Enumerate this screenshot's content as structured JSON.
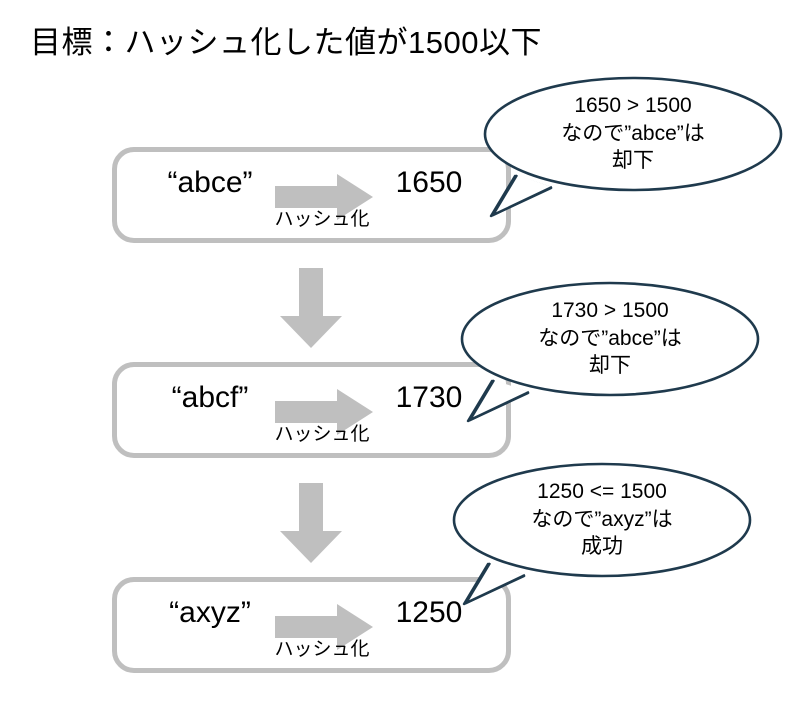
{
  "title": "目標：ハッシュ化した値が1500以下",
  "colors": {
    "box_border": "#BFBFBF",
    "arrow_fill": "#BFBFBF",
    "bubble_outline": "#1F3A4D",
    "bubble_fill": "#FFFFFF",
    "text": "#000000",
    "background": "#FFFFFF"
  },
  "threshold": "1500",
  "steps": [
    {
      "input": "“abce”",
      "arrow_icon": "right-block-arrow",
      "caption": "ハッシュ化",
      "value": "1650"
    },
    {
      "input": "“abcf”",
      "arrow_icon": "right-block-arrow",
      "caption": "ハッシュ化",
      "value": "1730"
    },
    {
      "input": "“axyz”",
      "arrow_icon": "right-block-arrow",
      "caption": "ハッシュ化",
      "value": "1250"
    }
  ],
  "connectors": [
    {
      "icon": "down-block-arrow"
    },
    {
      "icon": "down-block-arrow"
    }
  ],
  "bubbles": [
    {
      "line1": "1650 > 1500",
      "line2": "なので”abce”は",
      "line3": "却下"
    },
    {
      "line1": "1730 > 1500",
      "line2": "なので”abce”は",
      "line3": "却下"
    },
    {
      "line1": "1250 <= 1500",
      "line2": "なので”axyz”は",
      "line3": "成功"
    }
  ]
}
